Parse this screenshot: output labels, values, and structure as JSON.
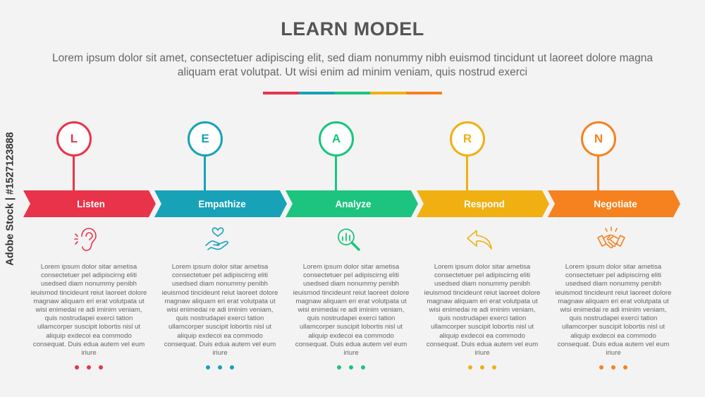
{
  "title": "LEARN MODEL",
  "subtitle": "Lorem ipsum dolor sit amet, consectetuer adipiscing elit, sed diam nonummy nibh euismod tincidunt ut laoreet dolore magna aliquam erat volutpat. Ut wisi enim ad minim veniam, quis nostrud exerci",
  "accent_colors": [
    "#e8334a",
    "#17a2b8",
    "#1cc47f",
    "#f0b012",
    "#f6821f"
  ],
  "watermark": "Adobe Stock | #1527123888",
  "stages": [
    {
      "letter": "L",
      "label": "Listen",
      "icon": "ear-icon",
      "color": "#e8334a",
      "text": "Lorem ipsum dolor sitar ametisa consectetuer pel adipiscirng eliti usedsed diam nonummy penibh ieuismod tincideunt reiut laoreet dolore magnaw aliquam eri erat volutpata ut wisi enimedai re adi iminim veniam, quis nostrudapei exerci tation ullamcorper suscipit lobortis nisl ut aliquip exdecoi ea commodo consequat. Duis edua autem vel eum iriure"
    },
    {
      "letter": "E",
      "label": "Empathize",
      "icon": "heart-hand-icon",
      "color": "#17a2b8",
      "text": "Lorem ipsum dolor sitar ametisa consectetuer pel adipiscirng eliti usedsed diam nonummy penibh ieuismod tincideunt reiut laoreet dolore magnaw aliquam eri erat volutpata ut wisi enimedai re adi iminim veniam, quis nostrudapei exerci tation ullamcorper suscipit lobortis nisl ut aliquip exdecoi ea commodo consequat. Duis edua autem vel eum iriure"
    },
    {
      "letter": "A",
      "label": "Analyze",
      "icon": "magnifier-chart-icon",
      "color": "#1cc47f",
      "text": "Lorem ipsum dolor sitar ametisa consectetuer pel adipiscirng eliti usedsed diam nonummy penibh ieuismod tincideunt reiut laoreet dolore magnaw aliquam eri erat volutpata ut wisi enimedai re adi iminim veniam, quis nostrudapei exerci tation ullamcorper suscipit lobortis nisl ut aliquip exdecoi ea commodo consequat. Duis edua autem vel eum iriure"
    },
    {
      "letter": "R",
      "label": "Respond",
      "icon": "reply-arrow-icon",
      "color": "#f0b012",
      "text": "Lorem ipsum dolor sitar ametisa consectetuer pel adipiscirng eliti usedsed diam nonummy penibh ieuismod tincideunt reiut laoreet dolore magnaw aliquam eri erat volutpata ut wisi enimedai re adi iminim veniam, quis nostrudapei exerci tation ullamcorper suscipit lobortis nisl ut aliquip exdecoi ea commodo consequat. Duis edua autem vel eum iriure"
    },
    {
      "letter": "N",
      "label": "Negotiate",
      "icon": "handshake-icon",
      "color": "#f6821f",
      "text": "Lorem ipsum dolor sitar ametisa consectetuer pel adipiscirng eliti usedsed diam nonummy penibh ieuismod tincideunt reiut laoreet dolore magnaw aliquam eri erat volutpata ut wisi enimedai re adi iminim veniam, quis nostrudapei exerci tation ullamcorper suscipit lobortis nisl ut aliquip exdecoi ea commodo consequat. Duis edua autem vel eum iriure"
    }
  ]
}
